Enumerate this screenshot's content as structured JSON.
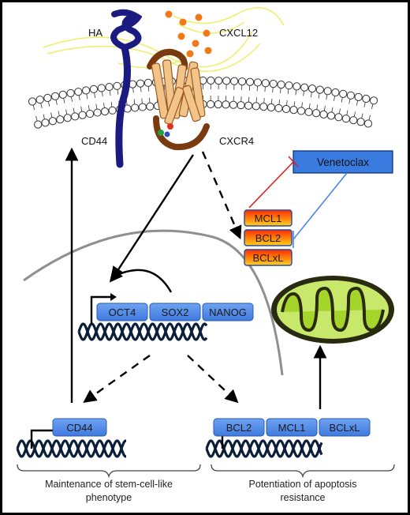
{
  "labels": {
    "ha": "HA",
    "cxcl12": "CXCL12",
    "cd44_receptor": "CD44",
    "cxcr4": "CXCR4",
    "venetoclax": "Venetoclax"
  },
  "bcl_family": [
    "MCL1",
    "BCL2",
    "BCLxL"
  ],
  "stemness_genes": [
    "OCT4",
    "SOX2",
    "NANOG"
  ],
  "cd44_gene": "CD44",
  "apoptosis_genes": [
    "BCL2",
    "MCL1",
    "BCLxL"
  ],
  "captions": {
    "left_line1": "Maintenance of stem-cell-like",
    "left_line2": "phenotype",
    "right_line1": "Potentiation of apoptosis",
    "right_line2": "resistance"
  },
  "colors": {
    "frame": "#000000",
    "gene_box": "#4a86e8",
    "venetoclax_box": "#3a7be0",
    "bcl_box_top": "#ff2a00",
    "bcl_box_bottom": "#ffd21a",
    "inhibit_red": "#e02020",
    "inhibit_blue": "#4a86e8",
    "cd44_receptor": "#1a1a80",
    "cxcr4_receptor": "#7a3a10",
    "helix_barrel": "#f3c48a",
    "cxcl12_fiber": "#f0ee70",
    "cxcl12_dot": "#f07a1a",
    "mito_outer": "#2a2a10",
    "mito_inner": "#9fd22a",
    "nucleus_line": "#8a8a8a"
  }
}
